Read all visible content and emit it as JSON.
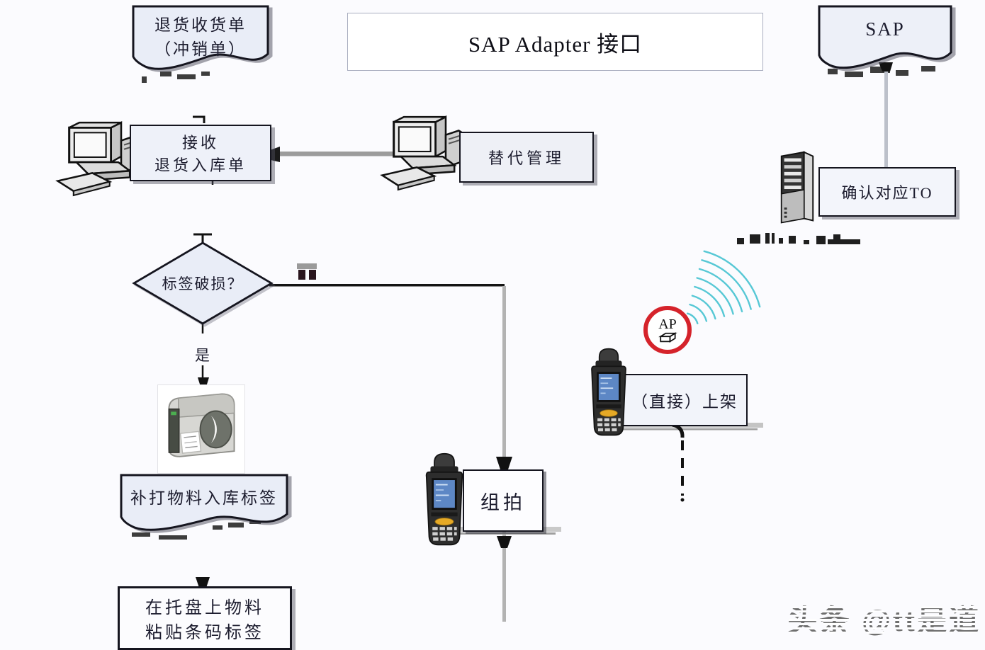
{
  "title": {
    "label": "SAP Adapter 接口"
  },
  "watermark": {
    "text": "头条 @tt是道"
  },
  "nodes": {
    "return_receipt": {
      "line1": "退货收货单",
      "line2": "（冲销单）"
    },
    "sap": {
      "label": "SAP"
    },
    "receive": {
      "line1": "接收",
      "line2": "退货入库单"
    },
    "substitute": {
      "label": "替代管理"
    },
    "confirm_to": {
      "label": "确认对应TO"
    },
    "label_damaged": {
      "label": "标签破损？"
    },
    "yes": {
      "label": "是"
    },
    "reprint_label": {
      "label": "补打物料入库标签"
    },
    "pallet": {
      "line1": "在托盘上物料",
      "line2": "粘贴条码标签"
    },
    "grouping": {
      "label": "组拍"
    },
    "putaway": {
      "label": "（直接）上架"
    },
    "ap": {
      "label": "AP"
    }
  },
  "colors": {
    "background": "#fbfbfe",
    "node_fill": "#e9edf7",
    "border_dark": "#15151f",
    "accent_red": "#d5232b",
    "wifi_teal": "#57c8d5",
    "line_gray": "#b3b3b3"
  },
  "icons": [
    "desktop-computer-icon",
    "desktop-computer-icon",
    "server-tower-icon",
    "label-printer-icon",
    "handheld-scanner-icon",
    "handheld-scanner-icon",
    "ap-access-point-icon",
    "wifi-waves-icon"
  ]
}
